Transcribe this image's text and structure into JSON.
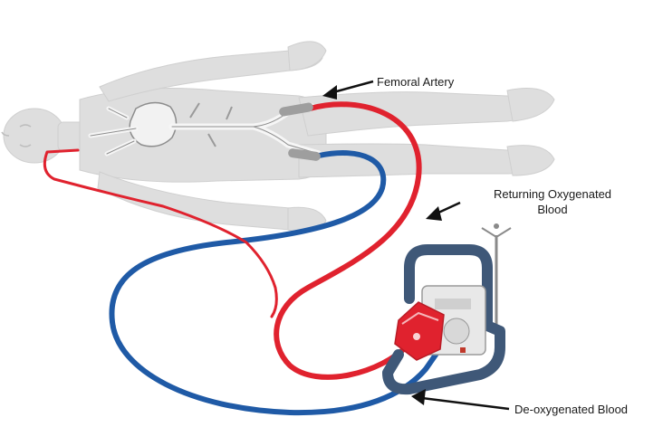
{
  "labels": {
    "femoral_artery": "Femoral Artery",
    "returning_line1": "Returning Oxygenated",
    "returning_line2": "Blood",
    "deoxygenated": "De-oxygenated Blood"
  },
  "colors": {
    "oxygenated_line": "#e0222e",
    "deoxygenated_line": "#1f5aa6",
    "body_silhouette": "#dedede",
    "vessels": "#f4f4f4",
    "pump_frame": "#3f5878",
    "pump_cartridge": "#e0222e"
  }
}
